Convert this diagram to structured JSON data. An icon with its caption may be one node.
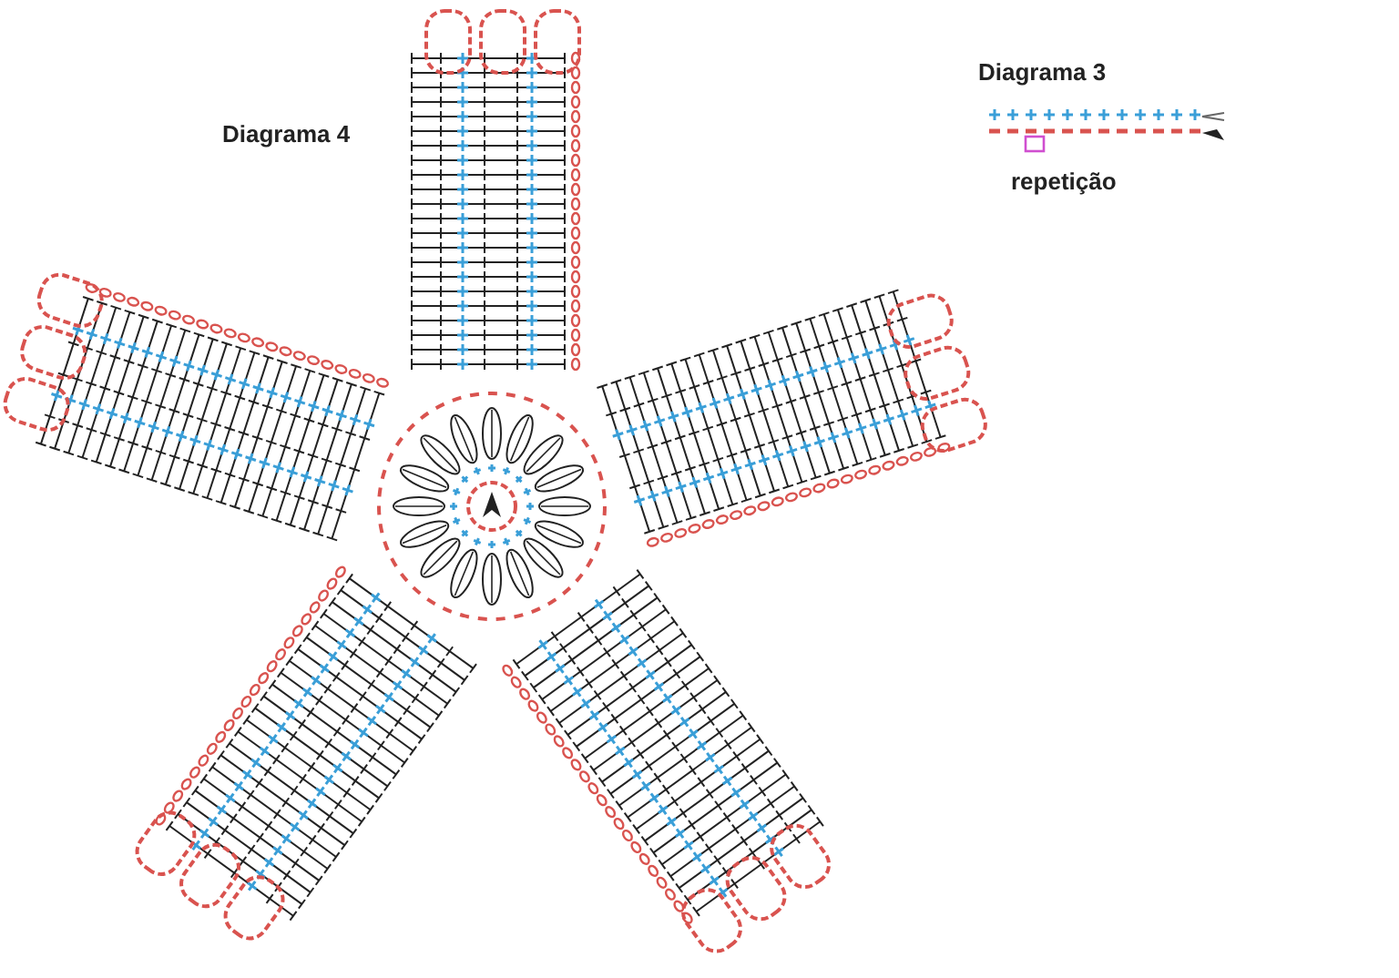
{
  "diagram": {
    "labels": [
      "Diagrama 4",
      "Diagrama 3",
      "repetição"
    ]
  }
}
